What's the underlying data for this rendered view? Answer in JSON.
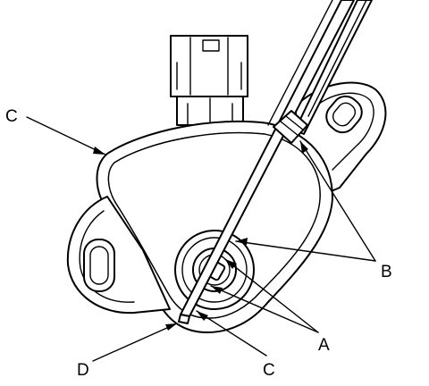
{
  "labels": {
    "c_top": "C",
    "b": "B",
    "a": "A",
    "d": "D",
    "c_bottom": "C"
  },
  "colors": {
    "line": "#000000",
    "background": "#ffffff"
  }
}
